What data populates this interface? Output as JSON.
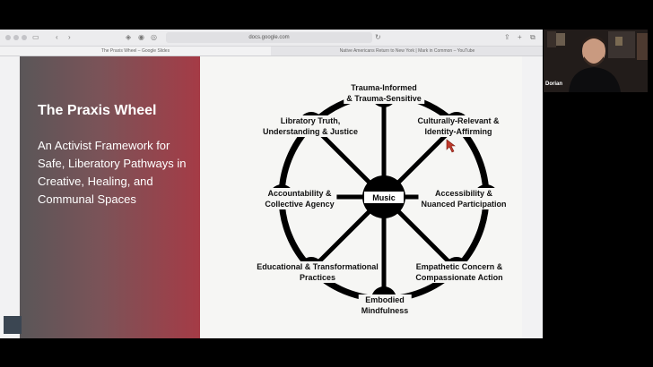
{
  "browser": {
    "url": "docs.google.com",
    "tabs": [
      {
        "label": "The Praxis Wheel – Google Slides"
      },
      {
        "label": "Native Americans Return to New York | Mark in Common – YouTube"
      }
    ]
  },
  "slide": {
    "title": "The Praxis Wheel",
    "subtitle": "An Activist Framework for Safe, Liberatory Pathways in Creative, Healing, and Communal Spaces",
    "hub": "Music",
    "labels": [
      {
        "line1": "Trauma-Informed",
        "line2": "& Trauma-Sensitive"
      },
      {
        "line1": "Culturally-Relevant &",
        "line2": "Identity-Affirming"
      },
      {
        "line1": "Accessibility &",
        "line2": "Nuanced Participation"
      },
      {
        "line1": "Empathetic Concern &",
        "line2": "Compassionate Action"
      },
      {
        "line1": "Embodied",
        "line2": "Mindfulness"
      },
      {
        "line1": "Educational & Transformational",
        "line2": "Practices"
      },
      {
        "line1": "Accountability &",
        "line2": "Collective Agency"
      },
      {
        "line1": "Libratory Truth,",
        "line2": "Understanding & Justice"
      }
    ]
  },
  "video": {
    "participant_name": "Dorian"
  },
  "colors": {
    "slide_gradient_start": "#5a5658",
    "slide_gradient_end": "#a53b46",
    "wheel": "#000000"
  }
}
